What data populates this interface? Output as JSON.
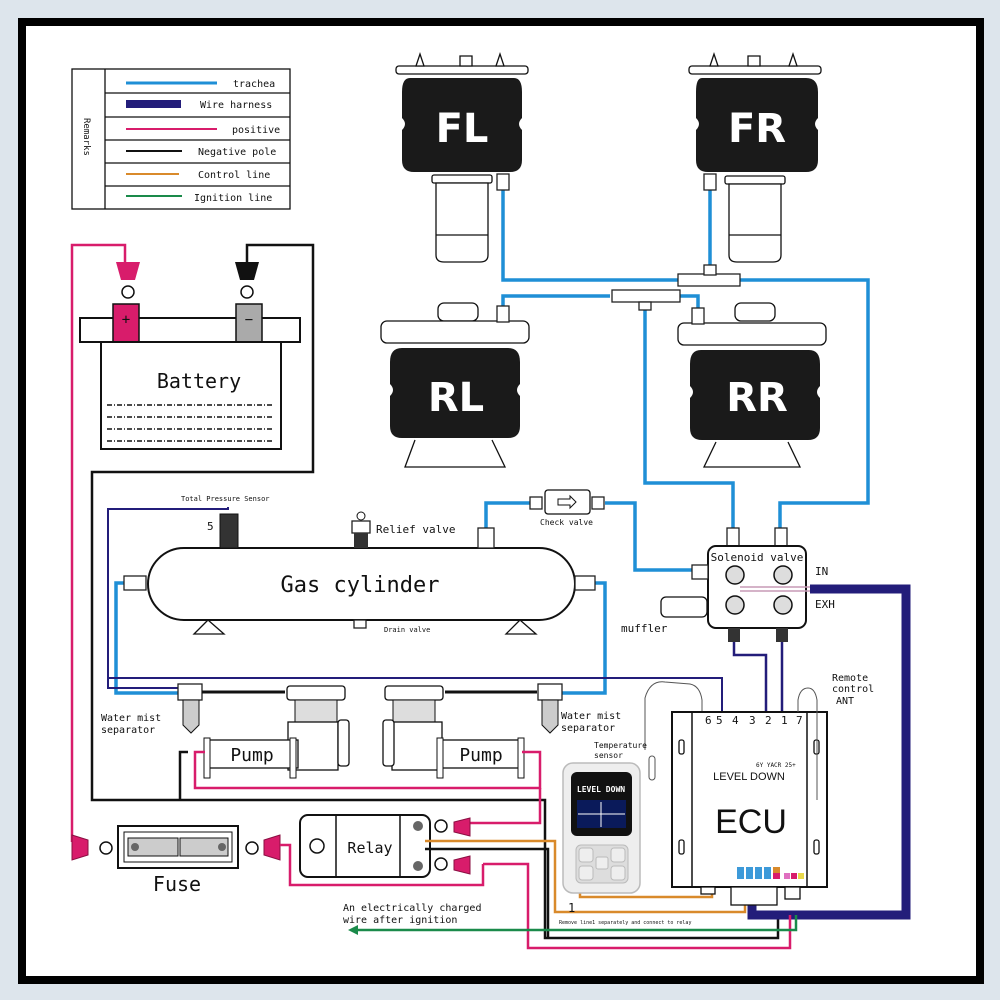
{
  "legend": {
    "title": "Remarks",
    "items": [
      {
        "label": "trachea",
        "color": "#1f8fd6",
        "kind": "tube"
      },
      {
        "label": "Wire harness",
        "color": "#231d7a",
        "kind": "harness"
      },
      {
        "label": "positive",
        "color": "#d81c6b",
        "kind": "wire"
      },
      {
        "label": "Negative pole",
        "color": "#111111",
        "kind": "wire"
      },
      {
        "label": "Control line",
        "color": "#d98a2b",
        "kind": "wire"
      },
      {
        "label": "Ignition line",
        "color": "#1a8a4a",
        "kind": "wire"
      }
    ]
  },
  "airbags": {
    "fl": "FL",
    "fr": "FR",
    "rl": "RL",
    "rr": "RR"
  },
  "battery": {
    "label": "Battery",
    "positive_symbol": "+",
    "negative_symbol": "−"
  },
  "tank": {
    "label": "Gas cylinder",
    "pressure_sensor": "Total Pressure Sensor",
    "pressure_sensor_pin": "5",
    "relief_valve": "Relief valve",
    "drain_valve": "Drain valve",
    "check_valve": "Check valve"
  },
  "solenoid": {
    "label": "Solenoid valve",
    "in_label": "IN",
    "exh_label": "EXH",
    "muffler": "muffler"
  },
  "pumps": {
    "left": "Pump",
    "right": "Pump",
    "separator_left": [
      "Water mist",
      "separator"
    ],
    "separator_right": [
      "Water mist",
      "separator"
    ]
  },
  "ecu": {
    "label": "ECU",
    "brand": "LEVEL DOWN",
    "model": "6Y YACR 25+",
    "pins": [
      "6",
      "5",
      "4",
      "3",
      "2",
      "1",
      "7"
    ],
    "antenna": [
      "Remote",
      "control",
      "ANT"
    ],
    "temperature_sensor": [
      "Temperature",
      "sensor"
    ]
  },
  "remote": {
    "brand": "LEVEL DOWN"
  },
  "fuse": {
    "label": "Fuse"
  },
  "relay": {
    "label": "Relay"
  },
  "notes": {
    "ignition_wire": [
      "An electrically charged",
      "wire after ignition"
    ],
    "line1_marker": "1",
    "line1_note": "Remove line1 separately and connect to relay"
  }
}
